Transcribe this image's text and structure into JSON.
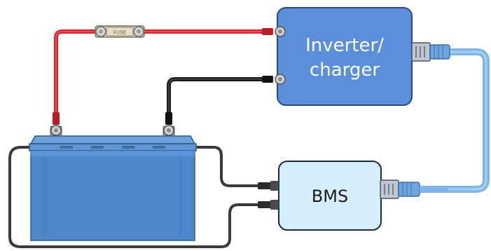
{
  "diagram": {
    "inverter": {
      "line1": "Inverter/",
      "line2": "charger"
    },
    "bms": {
      "label": "BMS"
    },
    "fuse": {
      "label": "FUSE"
    }
  },
  "colors": {
    "inverter_fill": "#5b8fdc",
    "inverter_stroke": "#2f4a78",
    "bms_fill": "#d6efff",
    "bms_stroke": "#1f2b3a",
    "battery_body": "#4f86c8",
    "battery_lid": "#6ea2dc",
    "red_cable": "#d9232d",
    "black_cable": "#1a1a1a",
    "ve_bus_cable": "#7fb4e6",
    "sense_cable": "#3a3a3a"
  }
}
